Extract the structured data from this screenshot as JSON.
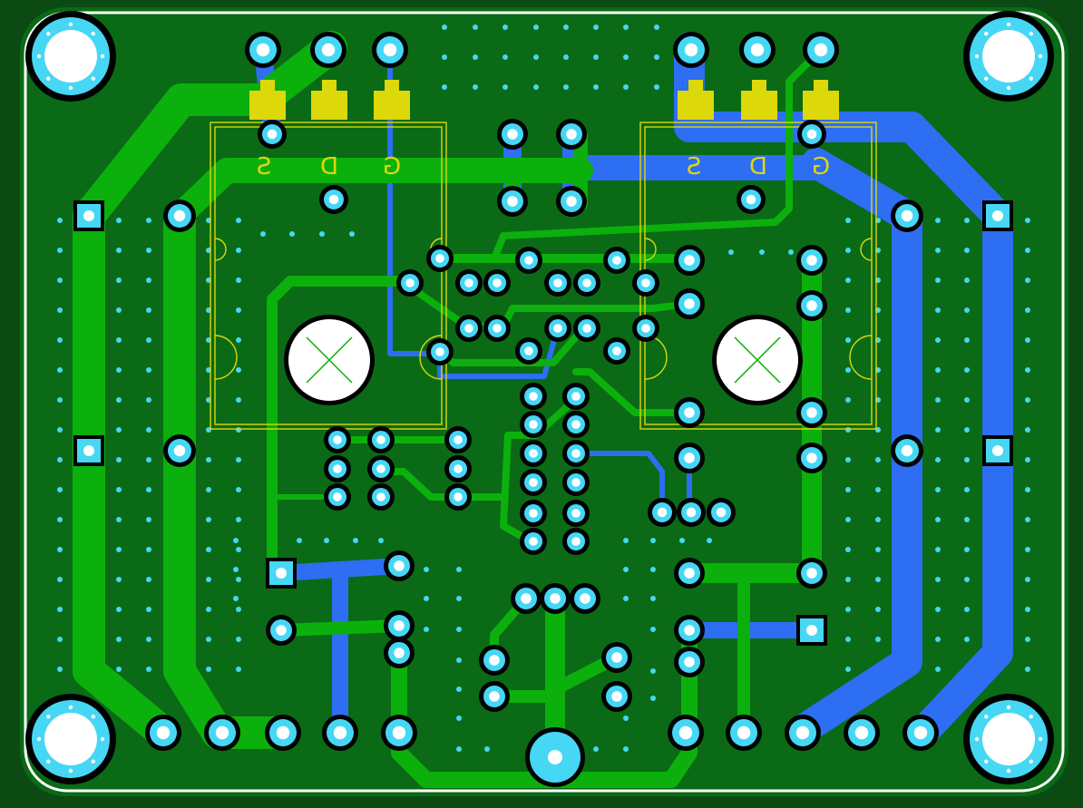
{
  "colors": {
    "bg_outer": "#0b4a12",
    "board": "#0a6a16",
    "top_copper": "#0cb00c",
    "bottom_copper": "#2d6ef2",
    "pad_ring": "#000000",
    "pad": "#46d7f4",
    "hole": "#ffffff",
    "silk": "#ddd80a",
    "outline": "#ffffff"
  },
  "components": {
    "left_mosfet": {
      "pin_labels": [
        "S",
        "D",
        "G"
      ]
    },
    "right_mosfet": {
      "pin_labels": [
        "S",
        "D",
        "G"
      ]
    }
  }
}
